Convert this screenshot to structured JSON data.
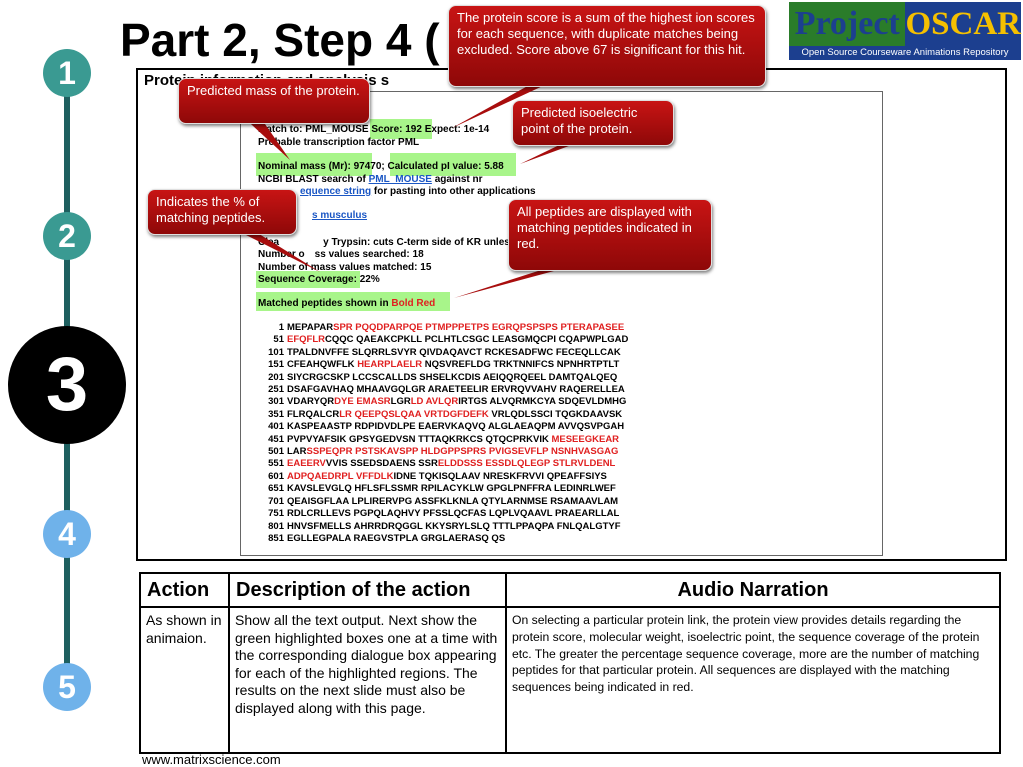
{
  "slide": {
    "title": "Part 2, Step 4 (",
    "panel_heading": "Protein information and analysis s",
    "footer": "www.matrixscience.com"
  },
  "logo": {
    "part1": "Project",
    "part2": "OSCAR",
    "subtitle": "Open Source Courseware Animations Repository"
  },
  "steps": [
    "1",
    "2",
    "3",
    "4",
    "5"
  ],
  "colors": {
    "callout_red": "#b80f0f",
    "highlight_green": "#a8f58a",
    "step_teal": "#3a9a92",
    "step_blue": "#6fb2ea",
    "link_blue": "#1a56c4",
    "seq_red": "#e02020"
  },
  "result": {
    "match_prefix": "Match to: PML_MOUSE",
    "score": "Score: 192",
    "expect": "Expect: 1e-14",
    "description": "Probable transcription factor PML",
    "nominal_mass": "Nominal mass (Mr): 97470",
    "pi_value": "Calculated pI value: 5.88",
    "blast_prefix": "NCBI BLAST search of",
    "blast_link": "PML_MOUSE",
    "blast_suffix": "against nr",
    "seq_link_partial": "equence string",
    "seq_suffix": "for pasting into other applications",
    "taxonomy_partial": "s musculus",
    "cleavage_partial": "Clea",
    "cleavage_rest": "y Trypsin: cuts C-term side of KR unles",
    "searched_partial": "Number o",
    "searched_rest": "ss values searched: 18",
    "matched": "Number of mass values matched: 15",
    "coverage": "Sequence Coverage: 22%",
    "matched_prefix": "Matched peptides shown in",
    "matched_red": "Bold Red"
  },
  "sequence": [
    {
      "n": "1",
      "segs": [
        [
          "MEPAPAR",
          false
        ],
        [
          "SPR PQQDPARPQE PTMPPPETPS EGRQPSPSPS PTERAPASEE",
          true
        ]
      ]
    },
    {
      "n": "51",
      "segs": [
        [
          "EFQFLR",
          true
        ],
        [
          "CQQC QAEAKCPKLL PCLHTLCSGC LEASGMQCPI CQAPWPLGAD",
          false
        ]
      ]
    },
    {
      "n": "101",
      "segs": [
        [
          "TPALDNVFFE SLQRRLSVYR QIVDAQAVCT RCKESADFWC FECEQLLCAK",
          false
        ]
      ]
    },
    {
      "n": "151",
      "segs": [
        [
          "CFEAHQWFLK ",
          false
        ],
        [
          "HEARPLAELR",
          true
        ],
        [
          " NQSVREFLDG TRKTNNIFCS NPNHRTPTLT",
          false
        ]
      ]
    },
    {
      "n": "201",
      "segs": [
        [
          "SIYCRGCSKP LCCSCALLDS SHSELKCDIS AEIQQRQEEL DAMTQALQEQ",
          false
        ]
      ]
    },
    {
      "n": "251",
      "segs": [
        [
          "DSAFGAVHAQ MHAAVGQLGR ARAETEELIR ERVRQVVAHV RAQERELLEA",
          false
        ]
      ]
    },
    {
      "n": "301",
      "segs": [
        [
          "VDARYQR",
          false
        ],
        [
          "DYE EMASR",
          true
        ],
        [
          "LGR",
          false
        ],
        [
          "LD AVLQR",
          true
        ],
        [
          "IRTGS ALVQRMKCYA SDQEVLDMHG",
          false
        ]
      ]
    },
    {
      "n": "351",
      "segs": [
        [
          "FLRQALCR",
          false
        ],
        [
          "LR QEEPQSLQAA VRTDGFDEFK",
          true
        ],
        [
          " VRLQDLSSCI TQGKDAAVSK",
          false
        ]
      ]
    },
    {
      "n": "401",
      "segs": [
        [
          "KASPEAASTP RDPIDVDLPE EAERVKAQVQ ALGLAEAQPM AVVQSVPGAH",
          false
        ]
      ]
    },
    {
      "n": "451",
      "segs": [
        [
          "PVPVYAFSIK GPSYGEDVSN TTTAQKRKCS QTQCPRKVIK ",
          false
        ],
        [
          "MESEEGKEAR",
          true
        ]
      ]
    },
    {
      "n": "501",
      "segs": [
        [
          "LAR",
          false
        ],
        [
          "SSPEQPR PSTSKAVSPP HLDGPPSPRS PVIGSEVFLP NSNHVASGAG",
          true
        ]
      ]
    },
    {
      "n": "551",
      "segs": [
        [
          "EAEERV",
          true
        ],
        [
          "VVIS SSEDSDAENS SSR",
          false
        ],
        [
          "ELDDSSS ESSDLQLEGP STLRVLDENL",
          true
        ]
      ]
    },
    {
      "n": "601",
      "segs": [
        [
          "ADPQAEDRPL VFFDLK",
          true
        ],
        [
          "IDNE TQKISQLAAV NRESKFRVVI QPEAFFSIYS",
          false
        ]
      ]
    },
    {
      "n": "651",
      "segs": [
        [
          "KAVSLEVGLQ HFLSFLSSMR RPILACYKLW GPGLPNFFRA LEDINRLWEF",
          false
        ]
      ]
    },
    {
      "n": "701",
      "segs": [
        [
          "QEAISGFLAA LPLIRERVPG ASSFKLKNLA QTYLARNMSE RSAMAAVLAM",
          false
        ]
      ]
    },
    {
      "n": "751",
      "segs": [
        [
          "RDLCRLLEVS PGPQLAQHVY PFSSLQCFAS LQPLVQAAVL PRAEARLLAL",
          false
        ]
      ]
    },
    {
      "n": "801",
      "segs": [
        [
          "HNVSFMELLS AHRRDRQGGL KKYSRYLSLQ TTTLPPAQPA FNLQALGTYF",
          false
        ]
      ]
    },
    {
      "n": "851",
      "segs": [
        [
          "EGLLEGPALA RAEGVSTPLA GRGLAERASQ QS",
          false
        ]
      ]
    }
  ],
  "callouts": {
    "score": "The protein score is a sum of the highest ion scores for each sequence, with duplicate matches being excluded. Score above 67 is significant for this hit.",
    "mass": "Predicted mass of the protein.",
    "pi": "Predicted isoelectric point of the protein.",
    "coverage": "Indicates the % of matching peptides.",
    "peptides": "All peptides are displayed with matching peptides indicated in red."
  },
  "table": {
    "headers": {
      "action": "Action",
      "description": "Description of the action",
      "audio": "Audio Narration"
    },
    "action": "As shown in animaion.",
    "description": "Show all the text output. Next show the green highlighted boxes one at a time with the corresponding dialogue box appearing for each of the highlighted regions. The results on the next slide must also be displayed along with this page.",
    "narration": "On selecting a particular protein link, the protein view provides details regarding the protein score,  molecular weight, isoelectric point, the sequence coverage of the protein etc. The greater the percentage sequence coverage, more are the number of matching peptides for that particular protein. All sequences are displayed with the matching sequences being indicated in red."
  }
}
